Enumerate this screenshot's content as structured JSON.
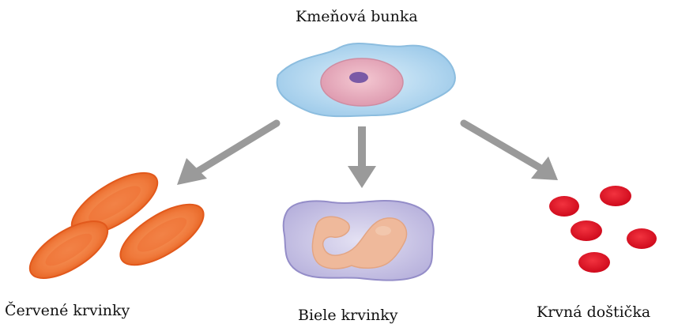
{
  "labels": {
    "stem_cell": "Kmeňová bunka",
    "red_cells": "Červené krvinky",
    "white_cells": "Biele krvinky",
    "platelets": "Krvná doštička"
  },
  "colors": {
    "arrow": "#9a9a9a",
    "stem_cytoplasm": "#a9d2ee",
    "stem_nucleus": "#e6a8b8",
    "stem_nucleolus": "#7a5aa6",
    "red_cell": "#f07a3c",
    "white_cell_body": "#c8c4e4",
    "white_cell_nucleus": "#efb99b",
    "platelet": "#dd0f22"
  }
}
